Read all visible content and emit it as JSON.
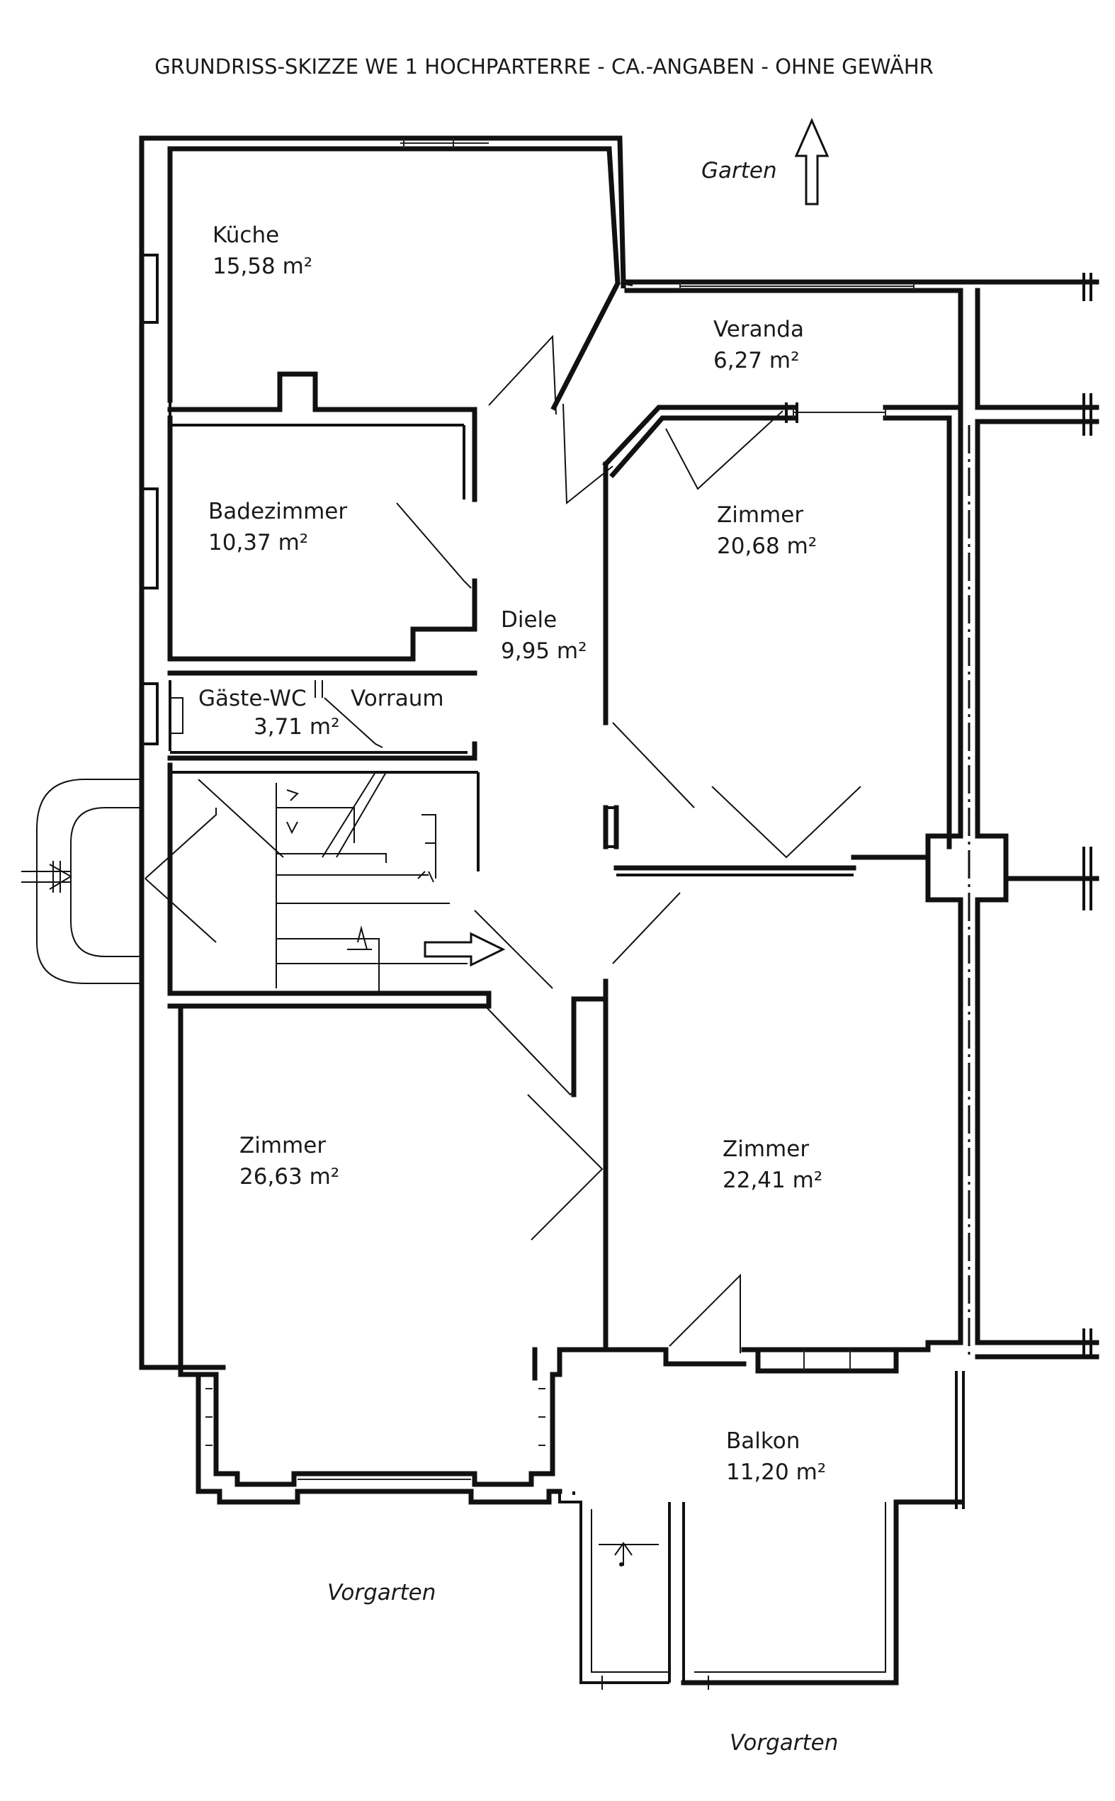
{
  "title": "GRUNDRISS-SKIZZE WE 1 HOCHPARTERRE - CA.-ANGABEN - OHNE GEWÄHR",
  "rooms": {
    "kueche": {
      "name": "Küche",
      "area": "15,58 m²"
    },
    "badezimmer": {
      "name": "Badezimmer",
      "area": "10,37 m²"
    },
    "gaeste_wc": {
      "name": "Gäste-WC",
      "area": "3,71 m²"
    },
    "vorraum": {
      "name": "Vorraum"
    },
    "diele": {
      "name": "Diele",
      "area": "9,95 m²"
    },
    "veranda": {
      "name": "Veranda",
      "area": "6,27 m²"
    },
    "zimmer_ne": {
      "name": "Zimmer",
      "area": "20,68 m²"
    },
    "zimmer_sw": {
      "name": "Zimmer",
      "area": "26,63 m²"
    },
    "zimmer_se": {
      "name": "Zimmer",
      "area": "22,41 m²"
    },
    "balkon": {
      "name": "Balkon",
      "area": "11,20 m²"
    }
  },
  "outside": {
    "garten": "Garten",
    "vorgarten_left": "Vorgarten",
    "vorgarten_right": "Vorgarten"
  },
  "icons": {
    "north": "north-arrow-icon",
    "entry": "entry-arrow-icon"
  }
}
